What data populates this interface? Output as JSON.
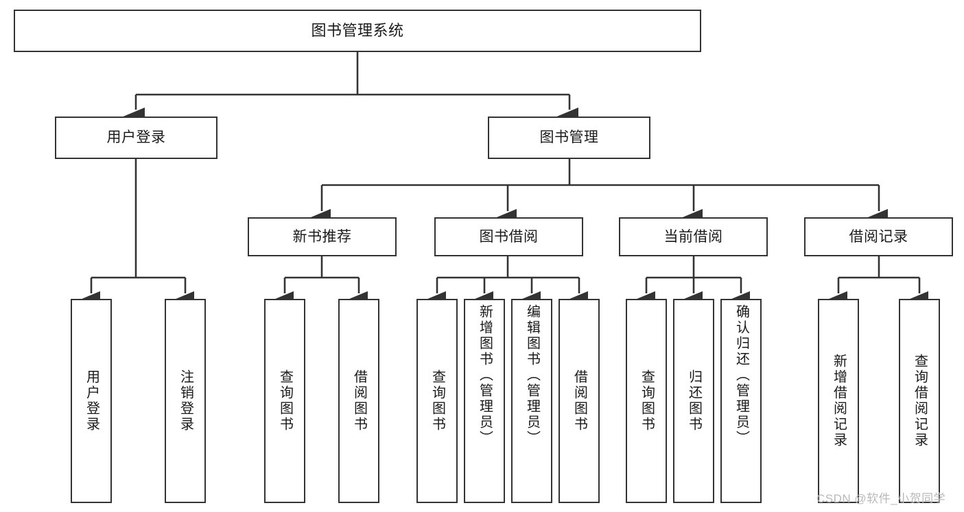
{
  "diagram": {
    "title": "图书管理系统",
    "root": {
      "id": "root",
      "label": "图书管理系统"
    },
    "level1": [
      {
        "id": "user-login",
        "label": "用户登录"
      },
      {
        "id": "book-manage",
        "label": "图书管理"
      }
    ],
    "level2": [
      {
        "id": "new-book-recommend",
        "label": "新书推荐"
      },
      {
        "id": "book-borrow",
        "label": "图书借阅"
      },
      {
        "id": "current-borrow",
        "label": "当前借阅"
      },
      {
        "id": "borrow-record",
        "label": "借阅记录"
      }
    ],
    "leaves": {
      "user_login": [
        {
          "id": "leaf-user-login",
          "label": "用户登录"
        },
        {
          "id": "leaf-user-logout",
          "label": "注销登录"
        }
      ],
      "new_book_recommend": [
        {
          "id": "leaf-query-book-1",
          "label": "查询图书"
        },
        {
          "id": "leaf-borrow-book-1",
          "label": "借阅图书"
        }
      ],
      "book_borrow": [
        {
          "id": "leaf-query-book-2",
          "label": "查询图书"
        },
        {
          "id": "leaf-add-book",
          "label": "新增图书（管理员）"
        },
        {
          "id": "leaf-edit-book",
          "label": "编辑图书（管理员）"
        },
        {
          "id": "leaf-borrow-book-2",
          "label": "借阅图书"
        }
      ],
      "current_borrow": [
        {
          "id": "leaf-query-book-3",
          "label": "查询图书"
        },
        {
          "id": "leaf-return-book",
          "label": "归还图书"
        },
        {
          "id": "leaf-confirm-return",
          "label": "确认归还（管理员）"
        }
      ],
      "borrow_record": [
        {
          "id": "leaf-add-record",
          "label": "新增借阅记录"
        },
        {
          "id": "leaf-query-record",
          "label": "查询借阅记录"
        }
      ]
    }
  },
  "watermark": {
    "text": "CSDN @软件_小贺同学"
  },
  "colors": {
    "stroke": "#333333",
    "fill": "#ffffff",
    "text": "#1a1a1a",
    "watermark": "#b9b9b9"
  }
}
